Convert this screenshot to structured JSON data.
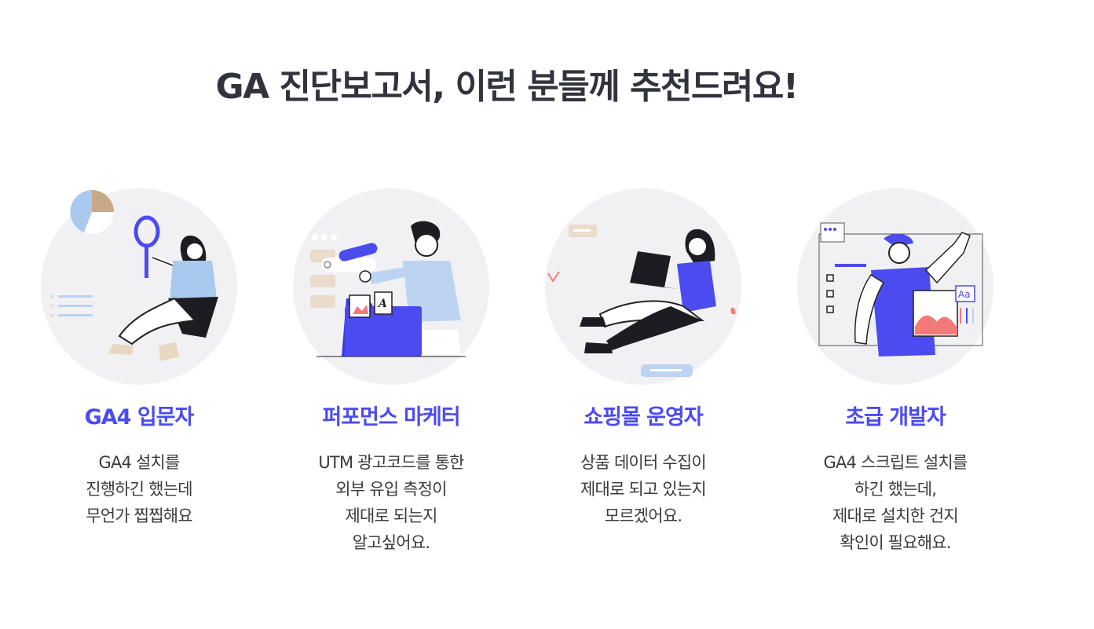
{
  "heading": "GA 진단보고서, 이런 분들께 추천드려요!",
  "accent_color": "#4b4bf0",
  "cards": [
    {
      "title": "GA4 입문자",
      "lines": [
        "GA4 설치를",
        "진행하긴 했는데",
        "무언가 찝찝해요"
      ],
      "illustration": "woman-with-magnifier"
    },
    {
      "title": "퍼포먼스 마케터",
      "lines": [
        "UTM 광고코드를 통한",
        "외부 유입 측정이",
        "제대로 되는지",
        "알고싶어요."
      ],
      "illustration": "man-with-folder"
    },
    {
      "title": "쇼핑몰 운영자",
      "lines": [
        "상품 데이터 수집이",
        "제대로 되고 있는지",
        "모르겠어요."
      ],
      "illustration": "woman-with-laptop"
    },
    {
      "title": "초급 개발자",
      "lines": [
        "GA4 스크립트 설치를",
        "하긴 했는데,",
        "제대로 설치한 건지",
        "확인이 필요해요."
      ],
      "illustration": "man-with-ui-board"
    }
  ]
}
